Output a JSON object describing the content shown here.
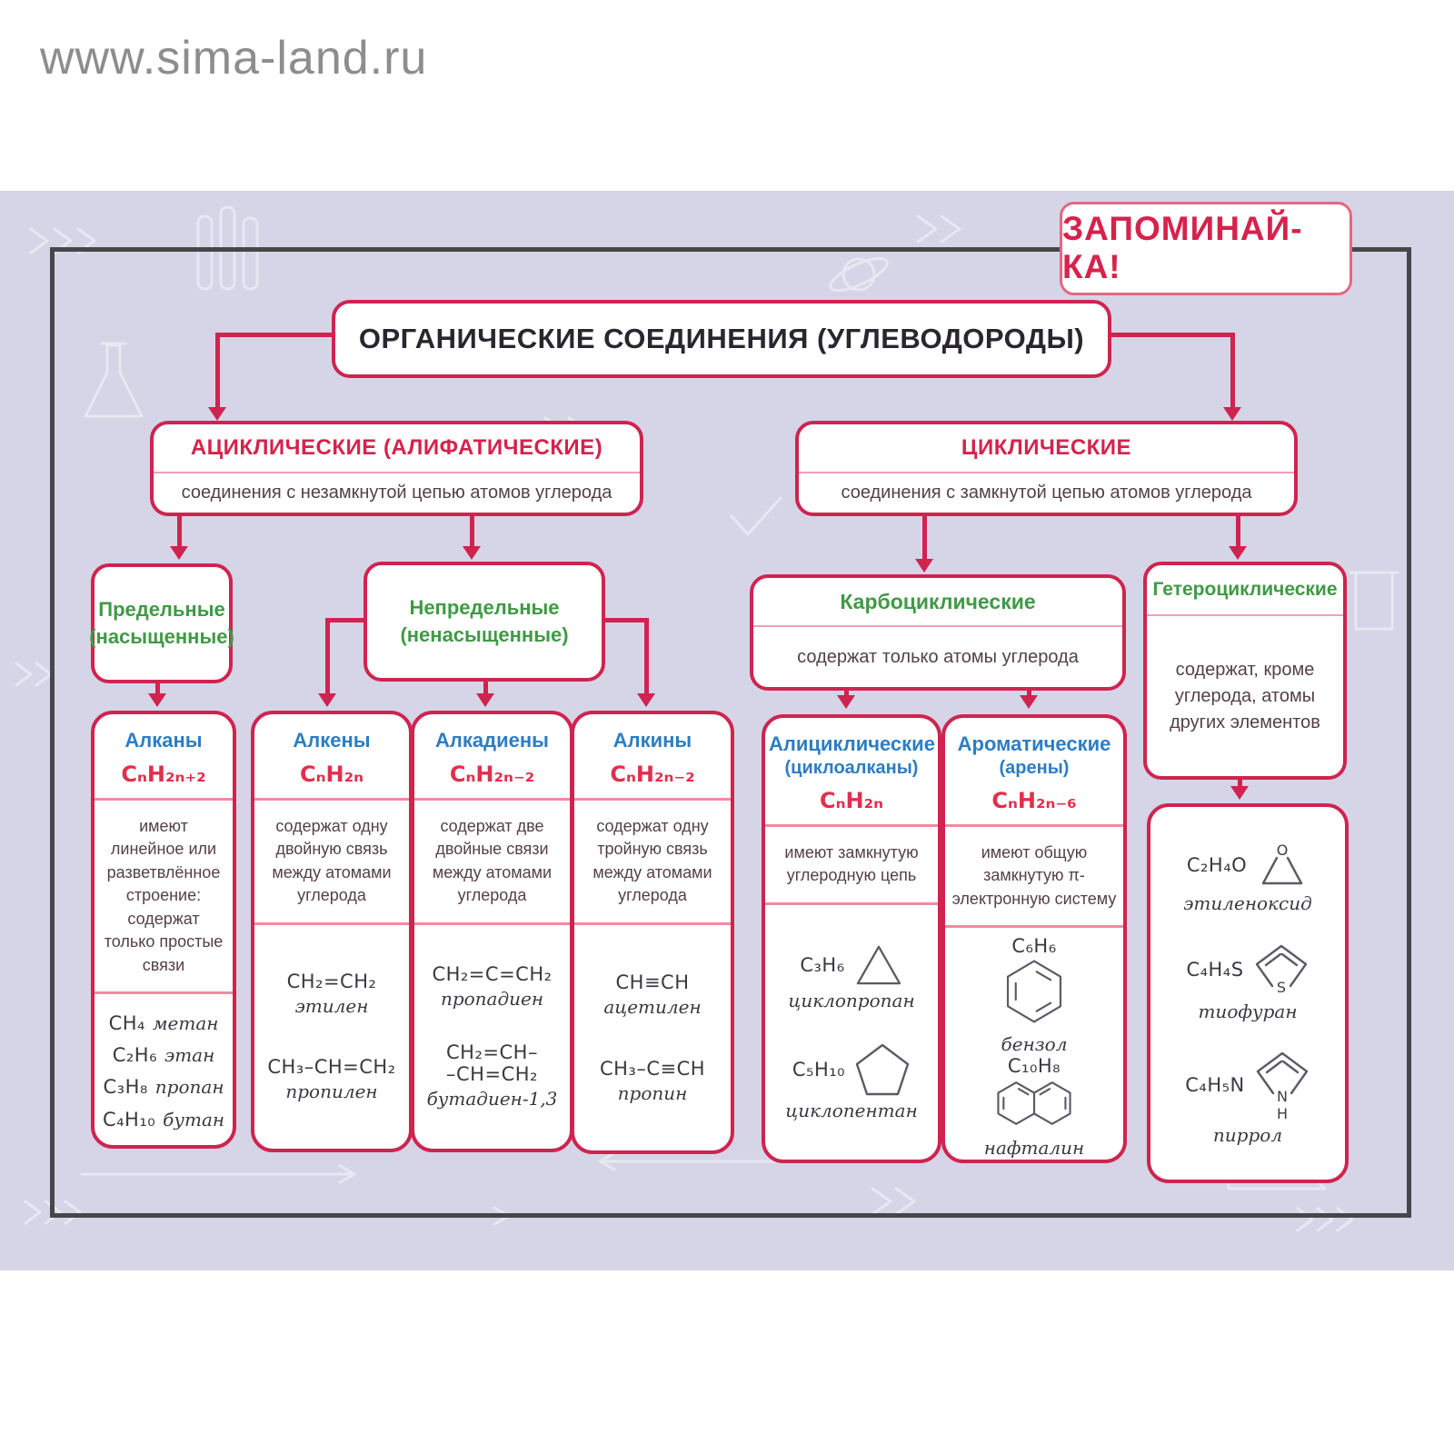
{
  "watermark": "www.sima-land.ru",
  "badge": "ЗАПОМИНАЙ-КА!",
  "title": "ОРГАНИЧЕСКИЕ СОЕДИНЕНИЯ (УГЛЕВОДОРОДЫ)",
  "colors": {
    "accent": "#cf2450",
    "green": "#3f9a44",
    "blue": "#2d7dc2",
    "background": "#d6d5e7",
    "frame": "#47474b"
  },
  "branches": {
    "acyclic": {
      "title": "АЦИКЛИЧЕСКИЕ (АЛИФАТИЧЕСКИЕ)",
      "subtitle": "соединения с незамкнутой цепью атомов углерода"
    },
    "cyclic": {
      "title": "ЦИКЛИЧЕСКИЕ",
      "subtitle": "соединения с замкнутой цепью атомов углерода"
    }
  },
  "groups": {
    "saturated": {
      "line1": "Предельные",
      "line2": "(насыщенные)"
    },
    "unsaturated": {
      "line1": "Непредельные",
      "line2": "(ненасыщенные)"
    },
    "carbocyclic": {
      "title": "Карбоциклические",
      "subtitle": "содержат только атомы углерода"
    },
    "heterocyclic": {
      "title": "Гетероциклические",
      "subtitle": "содержат, кроме углерода, атомы других элементов"
    }
  },
  "columns": [
    {
      "name": "Алканы",
      "formula": "CₙH₂ₙ₊₂",
      "description": "имеют линейное или разветвлённое строение: содержат только простые связи",
      "examples": [
        {
          "formula": "CH₄",
          "name": "метан"
        },
        {
          "formula": "C₂H₆",
          "name": "этан"
        },
        {
          "formula": "C₃H₈",
          "name": "пропан"
        },
        {
          "formula": "C₄H₁₀",
          "name": "бутан"
        }
      ]
    },
    {
      "name": "Алкены",
      "formula": "CₙH₂ₙ",
      "description": "содержат одну двойную связь между атомами углерода",
      "examples": [
        {
          "formula": "CH₂=CH₂",
          "name": "этилен"
        },
        {
          "formula": "CH₃–CH=CH₂",
          "name": "пропилен"
        }
      ]
    },
    {
      "name": "Алкадиены",
      "formula": "CₙH₂ₙ₋₂",
      "description": "содержат две двойные связи между атомами углерода",
      "examples": [
        {
          "formula": "CH₂=C=CH₂",
          "name": "пропадиен"
        },
        {
          "formula": "CH₂=CH–",
          "formula2": "–CH=CH₂",
          "name": "бутадиен-1,3"
        }
      ]
    },
    {
      "name": "Алкины",
      "formula": "CₙH₂ₙ₋₂",
      "description": "содержат одну тройную связь между атомами углерода",
      "examples": [
        {
          "formula": "CH≡CH",
          "name": "ацетилен"
        },
        {
          "formula": "CH₃–C≡CH",
          "name": "пропин"
        }
      ]
    },
    {
      "name": "Алициклические",
      "name2": "(циклоалканы)",
      "formula": "CₙH₂ₙ",
      "description": "имеют замкнутую углеродную цепь",
      "examples": [
        {
          "formula": "C₃H₆",
          "shape": "triangle",
          "name": "циклопропан"
        },
        {
          "formula": "C₅H₁₀",
          "shape": "pentagon",
          "name": "циклопентан"
        }
      ]
    },
    {
      "name": "Ароматические",
      "name2": "(арены)",
      "formula": "CₙH₂ₙ₋₆",
      "description": "имеют общую замкнутую π-электронную систему",
      "examples": [
        {
          "formula": "C₆H₆",
          "shape": "benzene",
          "name": "бензол"
        },
        {
          "formula": "C₁₀H₈",
          "shape": "naphthalene",
          "name": "нафталин"
        }
      ]
    },
    {
      "examples": [
        {
          "formula": "C₂H₄O",
          "shape": "epoxide",
          "atom": "O",
          "name": "этиленоксид"
        },
        {
          "formula": "C₄H₄S",
          "shape": "thiophene",
          "atom": "S",
          "name": "тиофуран"
        },
        {
          "formula": "C₄H₅N",
          "shape": "pyrrole",
          "atom": "N",
          "atom2": "H",
          "name": "пиррол"
        }
      ]
    }
  ]
}
